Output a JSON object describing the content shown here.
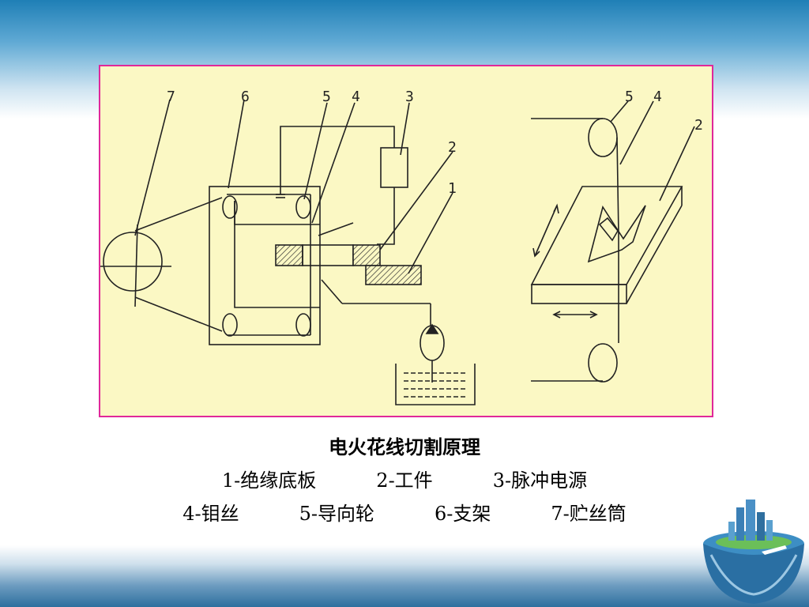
{
  "caption": {
    "title": "电火花线切割原理",
    "legend_row1": [
      "1-绝缘底板",
      "2-工件",
      "3-脉冲电源"
    ],
    "legend_row2": [
      "4-钼丝",
      "5-导向轮",
      "6-支架",
      "7-贮丝筒"
    ]
  },
  "diagram": {
    "left_labels": [
      "7",
      "6",
      "5",
      "4",
      "3",
      "2",
      "1"
    ],
    "right_labels": [
      "5",
      "4",
      "2"
    ]
  },
  "colors": {
    "frame_border": "#e0289a",
    "frame_fill": "#fbf8c4",
    "line": "#222222"
  },
  "icons": [
    "globe-city-icon"
  ]
}
